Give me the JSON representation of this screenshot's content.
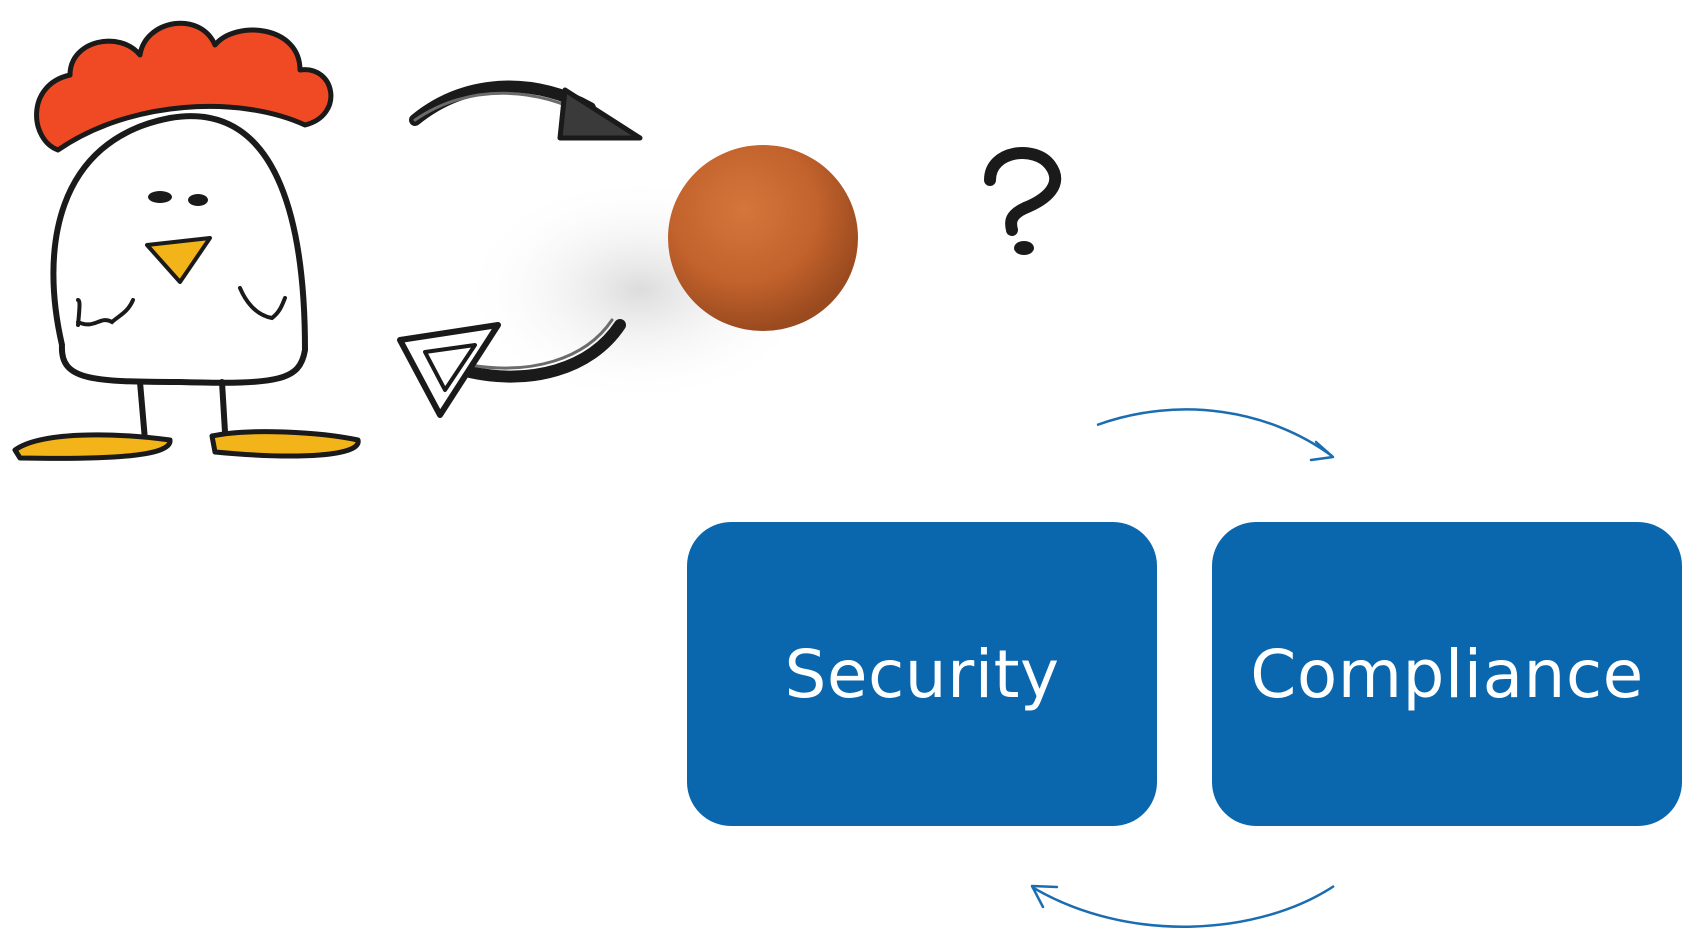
{
  "diagram": {
    "boxes": [
      {
        "id": "security",
        "label": "Security"
      },
      {
        "id": "compliance",
        "label": "Compliance"
      }
    ],
    "question_mark": "?"
  },
  "colors": {
    "box_fill": "#0a66ad",
    "box_text": "#ffffff",
    "flow_arrow": "#1a6db0",
    "comb": "#ef4a23",
    "feet": "#f2b418",
    "beak": "#f2b418",
    "egg": "#c2622c",
    "ink": "#1a1a1a"
  },
  "icons": {
    "illustration": "chicken-and-egg-cycle-icon",
    "question": "question-mark-icon"
  }
}
